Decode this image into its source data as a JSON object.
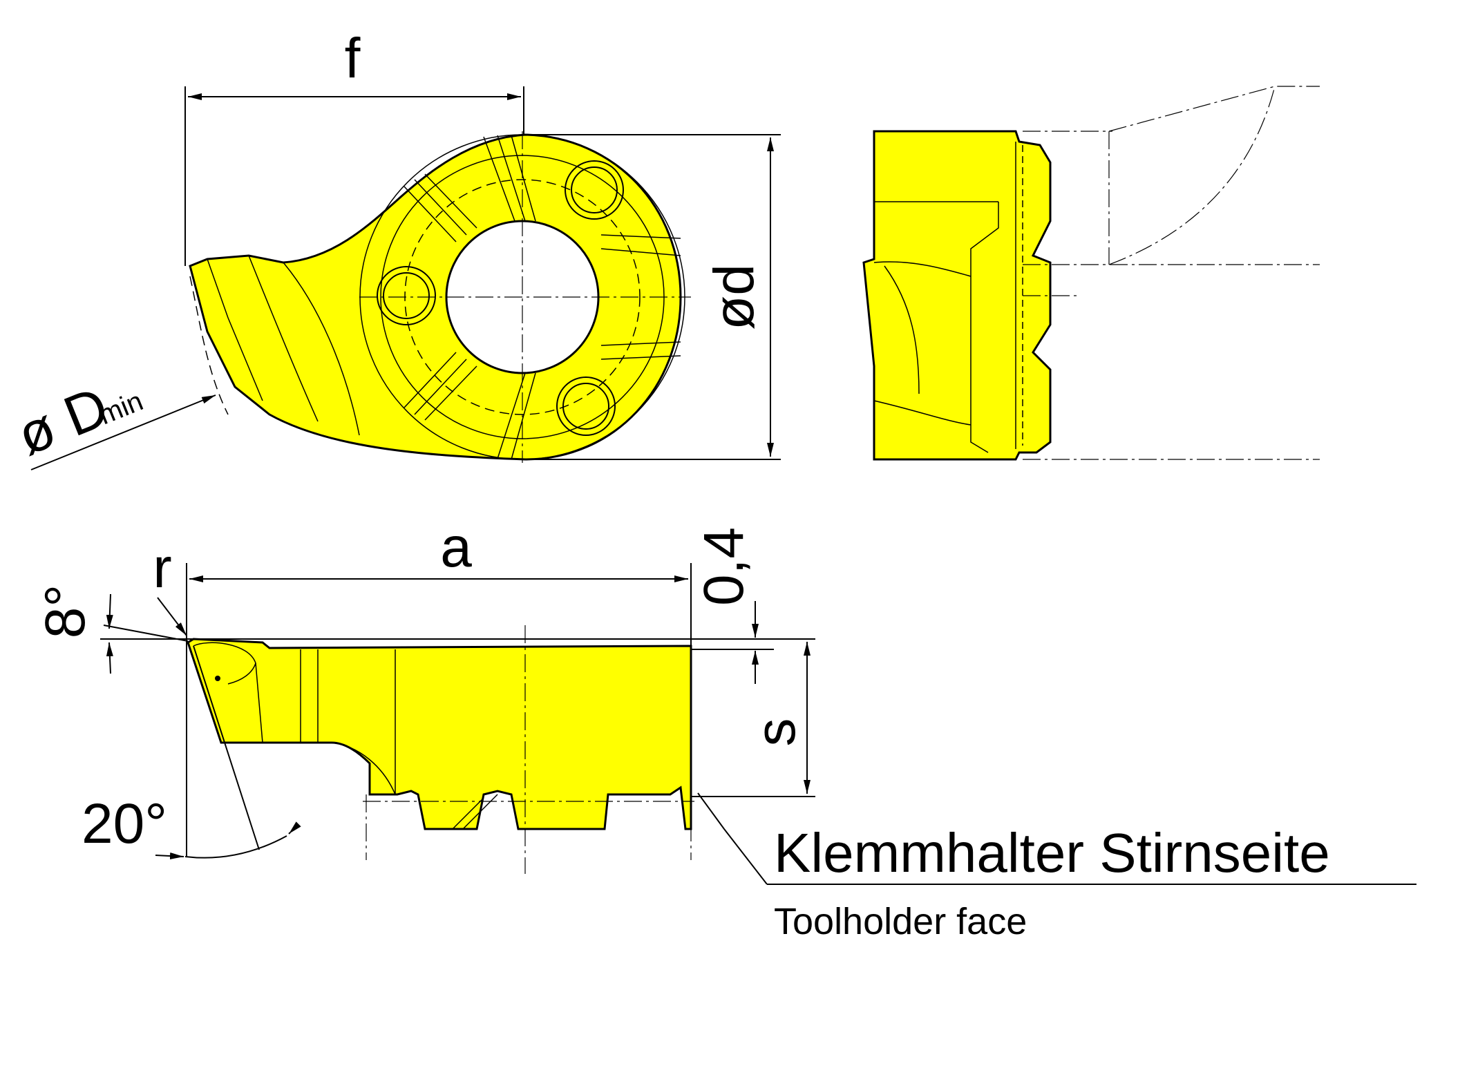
{
  "labels": {
    "f": "f",
    "od": "ød",
    "oD": "ø D",
    "min": "min",
    "a": "a",
    "r": "r",
    "angle8": "8°",
    "dim04": "0,4",
    "s": "s",
    "angle20": "20°"
  },
  "caption": {
    "de": "Klemmhalter Stirnseite",
    "en": "Toolholder face"
  },
  "colors": {
    "insert_fill": "#FFFF00",
    "line": "#000000",
    "background": "#FFFFFF"
  }
}
